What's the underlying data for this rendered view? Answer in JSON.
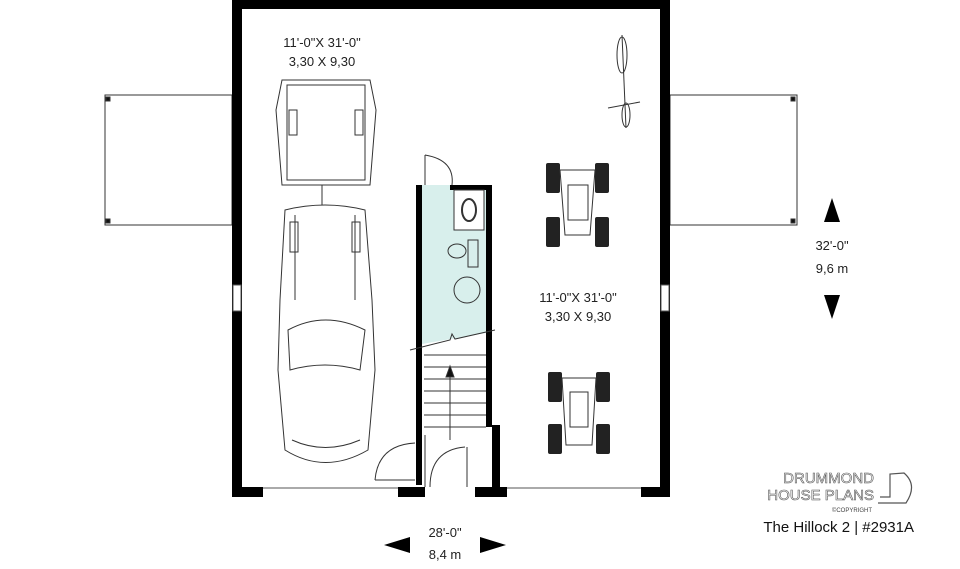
{
  "plan": {
    "left_bay_dims": {
      "imperial": "11'-0\"X 31'-0\"",
      "metric": "3,30 X 9,30"
    },
    "right_bay_dims": {
      "imperial": "11'-0\"X 31'-0\"",
      "metric": "3,30 X 9,30"
    },
    "depth_dimension": {
      "imperial": "32'-0\"",
      "metric": "9,6 m"
    },
    "width_dimension": {
      "imperial": "28'-0\"",
      "metric": "8,4 m"
    },
    "bathroom_tile_color": "#d8efec"
  },
  "branding": {
    "line1": "DRUMMOND",
    "line2": "HOUSE PLANS",
    "copyright": "©COPYRIGHT",
    "title": "The Hillock 2 | #2931A"
  }
}
